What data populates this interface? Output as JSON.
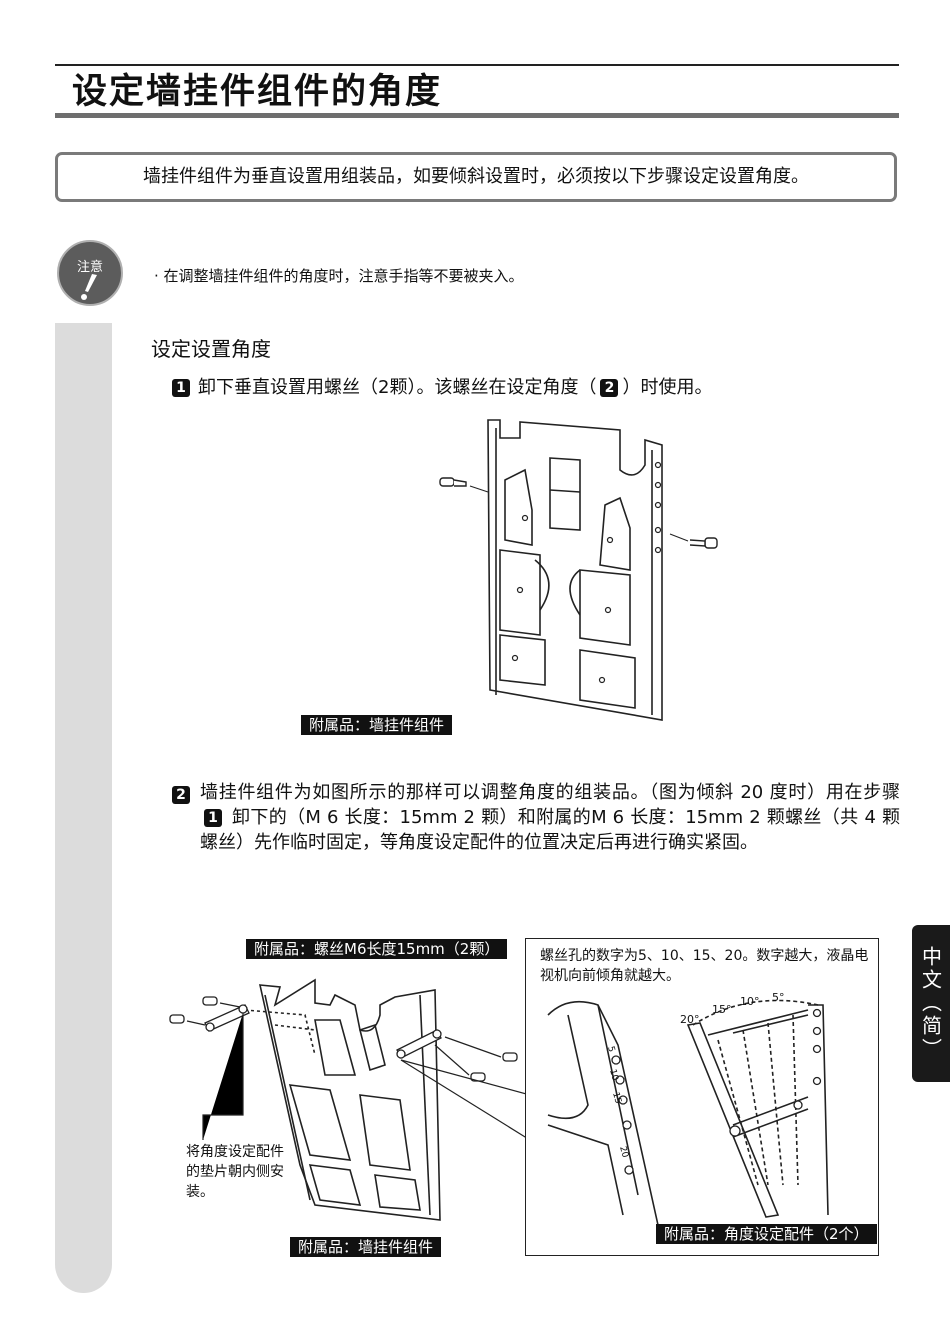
{
  "page": {
    "title": "设定墙挂件组件的角度",
    "intro": "墙挂件组件为垂直设置用组装品，如要倾斜设置时，必须按以下步骤设定设置角度。",
    "caution_label": "注意",
    "caution_text": "· 在调整墙挂件组件的角度时，注意手指等不要被夹入。",
    "section_heading": "设定设置角度",
    "side_tab": "中文（简）"
  },
  "steps": [
    {
      "number": "1",
      "text": "卸下垂直设置用螺丝（2颗）。该螺丝在设定角度（",
      "ref": "2",
      "text_after": "）时使用。"
    },
    {
      "number": "2",
      "text_before": "墙挂件组件为如图所示的那样可以调整角度的组装品。（图为倾斜 20 度时）用在步骤 ",
      "ref": "1",
      "text_after": " 卸下的（M 6 长度：15mm 2 颗）和附属的M 6 长度：15mm 2 颗螺丝（共 4 颗螺丝）先作临时固定，等角度设定配件的位置决定后再进行确实紧固。"
    }
  ],
  "figure1": {
    "label": "附属品：墙挂件组件"
  },
  "figure2": {
    "screw_label": "附属品：螺丝M6长度15mm（2颗）",
    "bracket_label": "附属品：墙挂件组件",
    "install_note": "将角度设定配件的垫片朝内侧安装。",
    "inset_text": "螺丝孔的数字为5、10、15、20。数字越大，液晶电视机向前倾角就越大。",
    "inset_label": "附属品：角度设定配件（2个）",
    "angle_marks": [
      "20°",
      "15°",
      "10°",
      "5°"
    ],
    "hole_numbers": [
      "5",
      "10",
      "15",
      "20"
    ]
  }
}
